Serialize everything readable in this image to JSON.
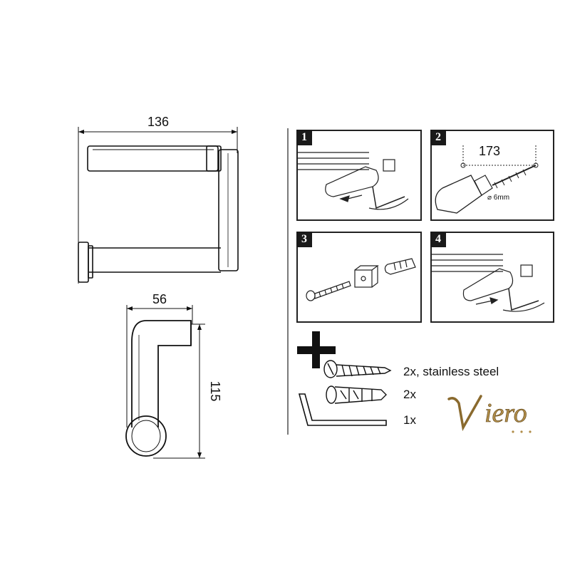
{
  "technical_drawing": {
    "width_dimension": "136",
    "depth_dimension": "56",
    "height_dimension": "115"
  },
  "steps": [
    {
      "number": "1"
    },
    {
      "number": "2",
      "hole_spacing": "173",
      "drill_size": "⌀ 6mm"
    },
    {
      "number": "3"
    },
    {
      "number": "4"
    }
  ],
  "parts": {
    "screws": "2x, stainless steel",
    "wall_plugs": "2x",
    "allen_key": "1x",
    "plus_sign": "+"
  },
  "brand": {
    "logo_text": "Viero"
  },
  "colors": {
    "line": "#111111",
    "badge": "#1a1a1a",
    "logo_gold": "#b08d4a"
  }
}
